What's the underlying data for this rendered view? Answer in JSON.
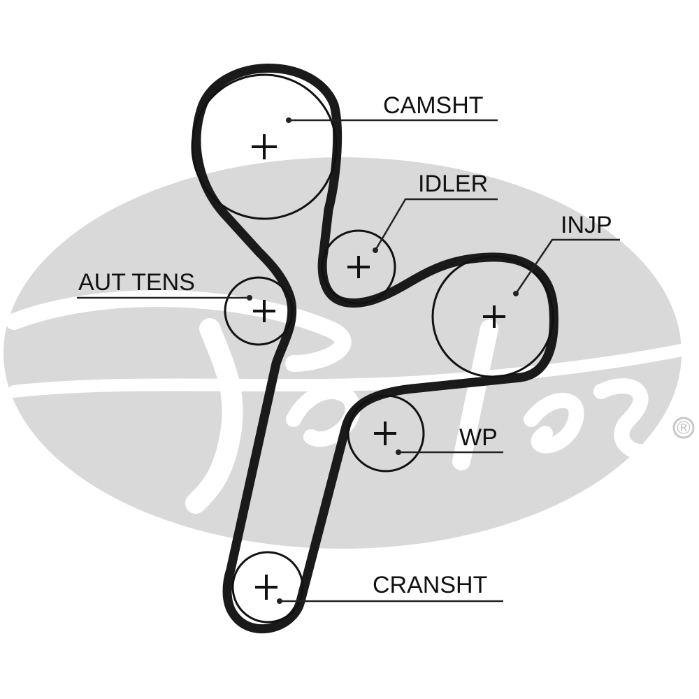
{
  "colors": {
    "belt": "#1a1a1a",
    "pulley": "#111111",
    "leader": "#222222",
    "watermark": "#d9d9d9",
    "background": "#ffffff"
  },
  "labels": {
    "camshaft": "CAMSHT",
    "idler": "IDLER",
    "injection_pump": "INJP",
    "auto_tensioner": "AUT TENS",
    "water_pump": "WP",
    "crankshaft": "CRANSHT"
  },
  "watermark": {
    "brand": "Gates",
    "registered_mark": "®"
  }
}
